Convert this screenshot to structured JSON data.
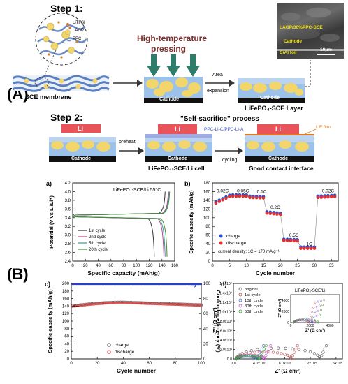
{
  "panels": {
    "A_label": "(A)",
    "B_label": "(B)"
  },
  "step1": {
    "title": "Step 1:",
    "legend": [
      "LiTFSI",
      "LAGP",
      "PPC"
    ],
    "membrane_label": "SCE membrane",
    "pressing_label_line1": "High-temperature",
    "pressing_label_line2": "pressing",
    "cathode_label": "Cathode",
    "arrow_label_line1": "Area",
    "arrow_label_line2": "expansion",
    "layer_cathode_label": "Cathode",
    "layer_label": "LiFePO₄-SCE Layer",
    "sem_labels": {
      "top": "LAGP/30%PPC-SCE",
      "middle": "Cathode",
      "bottom": "C/Al foil",
      "scale": "10μm"
    }
  },
  "step2": {
    "title": "Step 2:",
    "process_label": "\"Self-sacrifice\" process",
    "li_label": "Li",
    "cathode_label": "Cathode",
    "preheat_label": "preheat",
    "cell_label": "LiFePO₄-SCE/Li cell",
    "ppc_label": "PPC-Li-C/PPC-Li-A",
    "cycling_label": "cycling",
    "lif_label": "LiF film",
    "contact_label": "Good   contact interface"
  },
  "colors": {
    "arrow_green": "#2e7d6b",
    "title_maroon": "#7a2e2e",
    "li_red": "#e8545a",
    "cathode_blue": "#7fa7d8",
    "particle_yellow": "#f2d66b",
    "fiber_blue": "#5a7fc0",
    "charge_blue": "#1f4fd6",
    "discharge_red": "#e03030",
    "ppc_blue": "#3a57c9",
    "lif_orange": "#e07b22"
  },
  "chart_data": [
    {
      "id": "a",
      "panel_label": "a)",
      "type": "line",
      "annotation": "LiFePO₄-SCE/Li  55°C",
      "xlabel": "Specific capacity (mAh/g)",
      "ylabel": "Potential (V vs Li/Li⁺)",
      "xlim": [
        0,
        160
      ],
      "ylim": [
        2.4,
        4.2
      ],
      "xticks": [
        0,
        20,
        40,
        60,
        80,
        100,
        120,
        140,
        160
      ],
      "yticks": [
        2.4,
        2.6,
        2.8,
        3.0,
        3.2,
        3.4,
        3.6,
        3.8,
        4.0,
        4.2
      ],
      "legend": [
        "1st cycle",
        "2nd cycle",
        "5th cycle",
        "20th cycle"
      ],
      "legend_colors": [
        "#333333",
        "#c0408a",
        "#2f9e9e",
        "#4a8a3a"
      ],
      "series": [
        {
          "name": "1st cycle",
          "charge_cap": 145,
          "discharge_cap": 128
        },
        {
          "name": "2nd cycle",
          "charge_cap": 150,
          "discharge_cap": 143
        },
        {
          "name": "5th cycle",
          "charge_cap": 151,
          "discharge_cap": 145
        },
        {
          "name": "20th cycle",
          "charge_cap": 152,
          "discharge_cap": 148
        }
      ]
    },
    {
      "id": "b",
      "panel_label": "b)",
      "type": "scatter",
      "xlabel": "Cycle number",
      "ylabel": "Specific capacity (mAh/g)",
      "xlim": [
        0,
        37
      ],
      "ylim": [
        0,
        180
      ],
      "xticks": [
        0,
        5,
        10,
        15,
        20,
        25,
        30,
        35
      ],
      "yticks": [
        0,
        20,
        40,
        60,
        80,
        100,
        120,
        140,
        160,
        180
      ],
      "rate_labels": [
        {
          "text": "0.02C",
          "x": 3,
          "y": 152
        },
        {
          "text": "0.05C",
          "x": 9,
          "y": 152
        },
        {
          "text": "0.1C",
          "x": 14.5,
          "y": 150
        },
        {
          "text": "0.2C",
          "x": 18.5,
          "y": 114
        },
        {
          "text": "0.5C",
          "x": 24,
          "y": 50
        },
        {
          "text": "1C",
          "x": 28.5,
          "y": 30
        },
        {
          "text": "0.02C",
          "x": 34,
          "y": 152
        }
      ],
      "legend": [
        "charge",
        "discharge"
      ],
      "note": "current density: 1C = 170 mA g⁻¹",
      "segments": [
        {
          "from": 1,
          "to": 5,
          "start": 135,
          "end": 150
        },
        {
          "from": 6,
          "to": 10,
          "start": 151,
          "end": 151
        },
        {
          "from": 11,
          "to": 15,
          "start": 148,
          "end": 147
        },
        {
          "from": 16,
          "to": 20,
          "start": 112,
          "end": 109
        },
        {
          "from": 21,
          "to": 25,
          "start": 49,
          "end": 48
        },
        {
          "from": 26,
          "to": 30,
          "start": 31,
          "end": 31
        },
        {
          "from": 31,
          "to": 36,
          "start": 148,
          "end": 150
        }
      ]
    },
    {
      "id": "c",
      "panel_label": "c)",
      "type": "scatter",
      "xlabel": "Cycle number",
      "ylabel": "Specific capacity (mAh/g)",
      "ylabel2": "Coulombic efficiency (%)",
      "xlim": [
        0,
        100
      ],
      "ylim": [
        0,
        200
      ],
      "y2lim": [
        0,
        100
      ],
      "xticks": [
        0,
        20,
        40,
        60,
        80,
        100
      ],
      "yticks": [
        0,
        20,
        40,
        60,
        80,
        100,
        120,
        140,
        160,
        180,
        200
      ],
      "y2ticks": [
        0,
        20,
        40,
        60,
        80,
        100
      ],
      "legend": [
        "charge",
        "discharge"
      ],
      "capacity": {
        "start": 140,
        "peak": 150,
        "peak_at": 40,
        "end": 143
      },
      "efficiency": 99
    },
    {
      "id": "d",
      "panel_label": "d)",
      "type": "line",
      "xlabel": "Z' (Ω cm²)",
      "ylabel": "-Z'' (Ω cm²)",
      "xlim": [
        0,
        17000
      ],
      "ylim": [
        0,
        16000
      ],
      "xtick_labels": [
        "0.0",
        "4.0x10³",
        "8.0x10³",
        "1.2x10⁴",
        "1.6x10⁴"
      ],
      "ytick_labels": [
        "0.0",
        "2.0x10³",
        "4.0x10³",
        "6.0x10³",
        "8.0x10³",
        "1.0x10⁴",
        "1.2x10⁴",
        "1.4x10⁴",
        "1.6x10⁴"
      ],
      "legend": [
        "original",
        "1st cycle",
        "10th cycle",
        "30th cycle",
        "50th cycle"
      ],
      "legend_colors": [
        "#555555",
        "#c04a4a",
        "#3a6ac0",
        "#c050c0",
        "#3aa03a"
      ],
      "inset": {
        "label": "LiFePO₄-SCE/Li",
        "xlabel": "Z' (Ω cm²)",
        "ylabel": "-Z'' (Ω cm²)",
        "xticks": [
          0,
          2000,
          4000
        ],
        "yticks": [
          0,
          2000,
          4000
        ]
      },
      "semicircles": [
        {
          "name": "original",
          "start": 500,
          "diameter": 13000
        },
        {
          "name": "1st cycle",
          "start": 500,
          "diameter": 8500
        },
        {
          "name": "10th cycle",
          "start": 500,
          "diameter": 3200
        },
        {
          "name": "30th cycle",
          "start": 500,
          "diameter": 4300
        },
        {
          "name": "50th cycle",
          "start": 500,
          "diameter": 3600
        }
      ]
    }
  ]
}
